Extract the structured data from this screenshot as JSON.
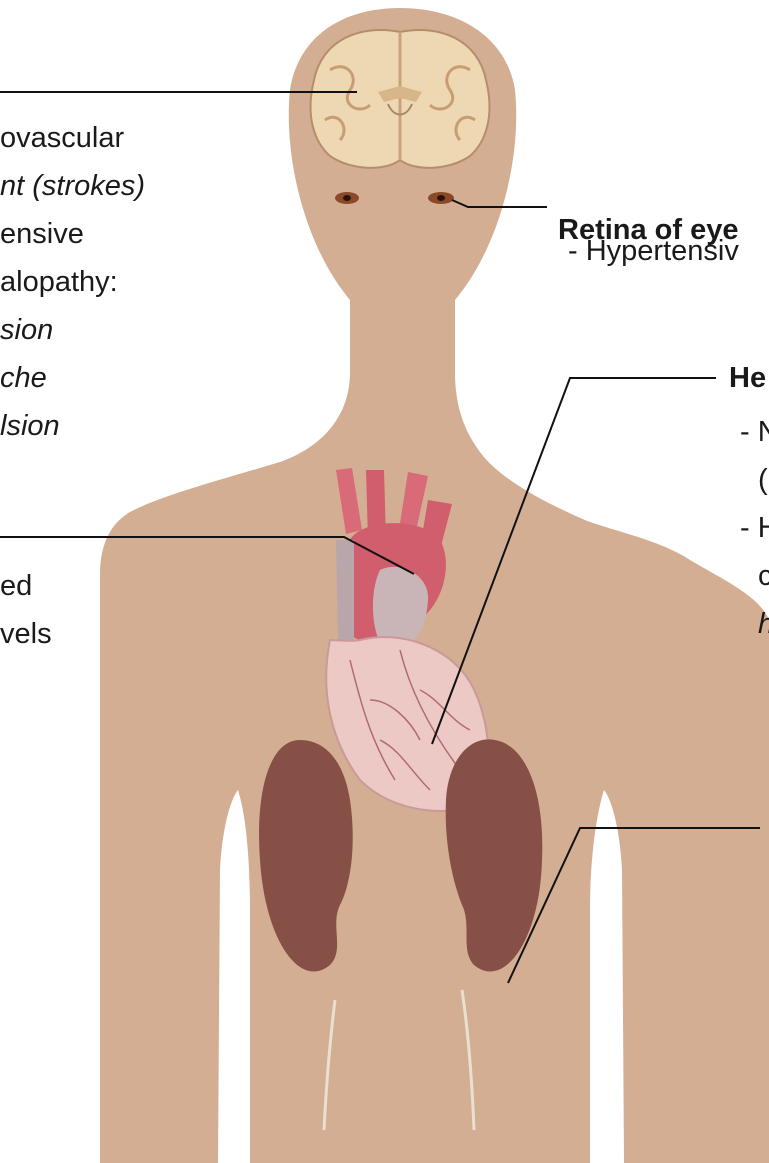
{
  "left_labels": {
    "brain_line1": "ovascular",
    "brain_line2": "nt  (strokes)",
    "brain_line3": "ensive",
    "brain_line4": "alopathy:",
    "brain_line5": "sion",
    "brain_line6": "che",
    "brain_line7": "lsion",
    "vessels_line1": "ed",
    "vessels_line2": "vels"
  },
  "right_labels": {
    "eye_title": "Retina of eye",
    "eye_item": "- Hypertensiv",
    "heart_title": "He",
    "heart_item1_a": "- N",
    "heart_item1_b": "(",
    "heart_item2_a": "- H",
    "heart_item2_b": "c",
    "heart_item2_c": "h"
  },
  "colors": {
    "body": "#d4ae93",
    "brain": "#eed8b4",
    "heart": "#ecc9c5",
    "aorta": "#d15e6d",
    "kidney": "#865046",
    "line": "#111111"
  }
}
